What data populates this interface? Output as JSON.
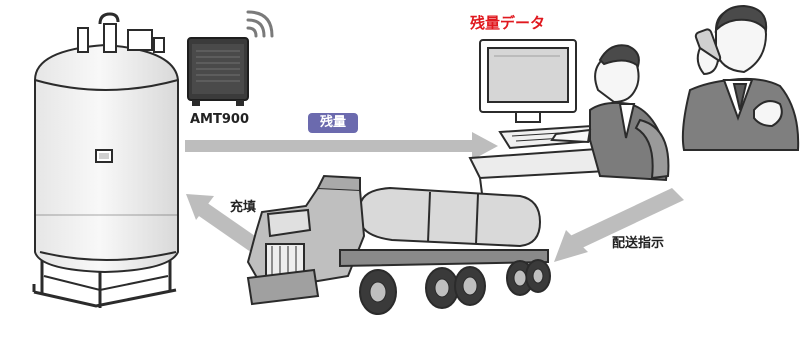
{
  "device": {
    "name": "AMT900"
  },
  "flows": {
    "remaining": "残量",
    "remaining_data": "残量データ",
    "refill": "充填",
    "dispatch": "配送指示"
  },
  "colors": {
    "arrow": "#bdbdbd",
    "badge": "#6b6aae",
    "accent_red": "#e0191f",
    "line": "#2b2b2b",
    "tank_fill": "#f2f2f2"
  }
}
